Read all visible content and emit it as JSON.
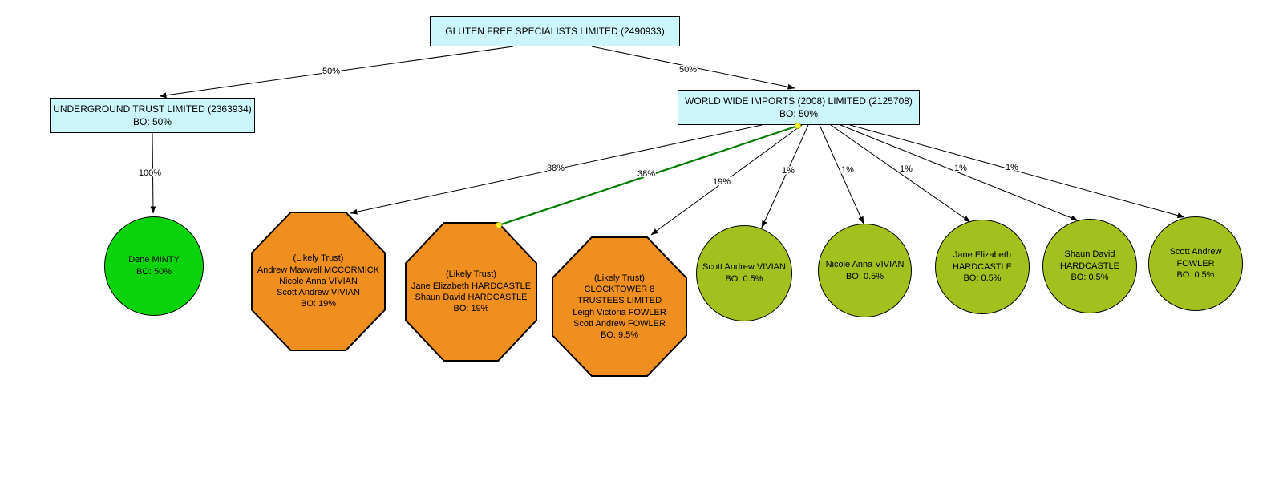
{
  "colors": {
    "company-fill": "#cdf6fb",
    "company-border": "#000000",
    "person-green": "#0bd30b",
    "person-olive": "#a3c11e",
    "trust-orange": "#ee8f20",
    "edge": "#000000",
    "edge-highlight": "#007d00",
    "handle-fill": "#ffff33",
    "handle-stroke": "#b0b000"
  },
  "nodes": {
    "gluten_free": {
      "name": "GLUTEN FREE SPECIALISTS LIMITED (2490933)"
    },
    "underground_trust": {
      "name": "UNDERGROUND TRUST LIMITED (2363934)",
      "bo": "BO: 50%"
    },
    "world_wide_imports": {
      "name": "WORLD WIDE IMPORTS (2008) LIMITED (2125708)",
      "bo": "BO: 50%"
    },
    "dene_minty": {
      "name": "Dene MINTY",
      "bo": "BO: 50%"
    },
    "trust_mccormick": {
      "lines": [
        "(Likely Trust)",
        "Andrew Maxwell MCCORMICK",
        "Nicole Anna VIVIAN",
        "Scott Andrew VIVIAN"
      ],
      "bo": "BO: 19%"
    },
    "trust_hardcastle": {
      "lines": [
        "(Likely Trust)",
        "Jane Elizabeth HARDCASTLE",
        "Shaun David HARDCASTLE"
      ],
      "bo": "BO: 19%"
    },
    "trust_clocktower": {
      "lines": [
        "(Likely Trust)",
        "CLOCKTOWER 8",
        "TRUSTEES LIMITED",
        "Leigh Victoria FOWLER",
        "Scott Andrew FOWLER"
      ],
      "bo": "BO: 9.5%"
    },
    "scott_vivian": {
      "name": "Scott Andrew VIVIAN",
      "bo": "BO: 0.5%"
    },
    "nicole_vivian": {
      "name": "Nicole Anna VIVIAN",
      "bo": "BO: 0.5%"
    },
    "jane_hardcastle": {
      "lines": [
        "Jane Elizabeth",
        "HARDCASTLE"
      ],
      "bo": "BO: 0.5%"
    },
    "shaun_hardcastle": {
      "lines": [
        "Shaun David",
        "HARDCASTLE"
      ],
      "bo": "BO: 0.5%"
    },
    "scott_fowler": {
      "lines": [
        "Scott Andrew",
        "FOWLER"
      ],
      "bo": "BO: 0.5%"
    }
  },
  "edges": {
    "gluten_to_underground": {
      "label": "50%"
    },
    "gluten_to_wwi": {
      "label": "50%"
    },
    "underground_to_minty": {
      "label": "100%"
    },
    "wwi_to_mccormick": {
      "label": "38%"
    },
    "wwi_to_hardcastle_trust": {
      "label": "38%",
      "state": "selected"
    },
    "wwi_to_clocktower": {
      "label": "19%"
    },
    "wwi_to_scott_vivian": {
      "label": "1%"
    },
    "wwi_to_nicole_vivian": {
      "label": "1%"
    },
    "wwi_to_jane_hardcastle": {
      "label": "1%"
    },
    "wwi_to_shaun_hardcastle": {
      "label": "1%"
    },
    "wwi_to_scott_fowler": {
      "label": "1%"
    }
  }
}
